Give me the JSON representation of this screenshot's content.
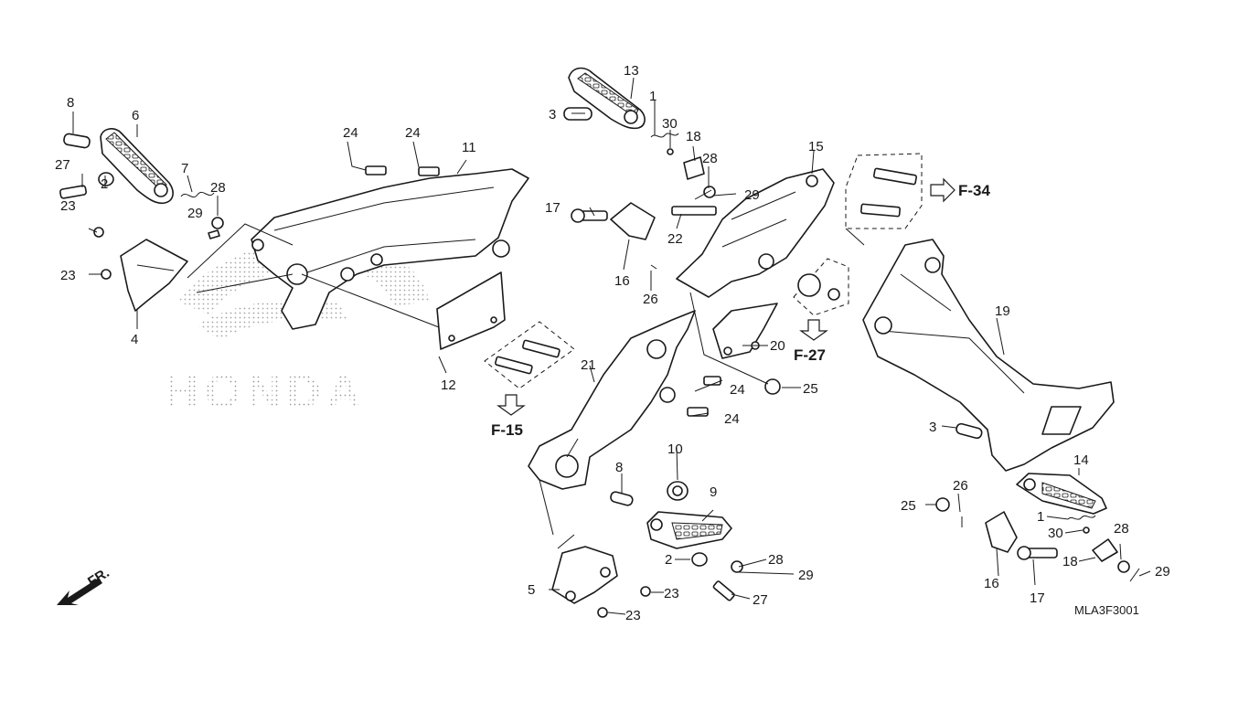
{
  "diagram": {
    "code": "MLA3F3001",
    "watermark": "HONDA",
    "direction_label": "FR.",
    "refs": {
      "f34": "F-34",
      "f27": "F-27",
      "f15": "F-15"
    },
    "labels": {
      "p1a": "1",
      "p1b": "1",
      "p2a": "2",
      "p2b": "2",
      "p3a": "3",
      "p3b": "3",
      "p4": "4",
      "p5": "5",
      "p6": "6",
      "p7": "7",
      "p8a": "8",
      "p8b": "8",
      "p9": "9",
      "p10": "10",
      "p11": "11",
      "p12": "12",
      "p13": "13",
      "p14": "14",
      "p15": "15",
      "p16a": "16",
      "p16b": "16",
      "p17a": "17",
      "p17b": "17",
      "p18a": "18",
      "p18b": "18",
      "p19": "19",
      "p20": "20",
      "p21": "21",
      "p22": "22",
      "p23a": "23",
      "p23b": "23",
      "p23c": "23",
      "p23d": "23",
      "p24a": "24",
      "p24b": "24",
      "p24c": "24",
      "p24d": "24",
      "p25a": "25",
      "p25b": "25",
      "p26a": "26",
      "p26b": "26",
      "p27a": "27",
      "p27b": "27",
      "p28a": "28",
      "p28b": "28",
      "p28c": "28",
      "p28d": "28",
      "p29a": "29",
      "p29b": "29",
      "p29c": "29",
      "p29d": "29",
      "p30a": "30",
      "p30b": "30"
    }
  }
}
